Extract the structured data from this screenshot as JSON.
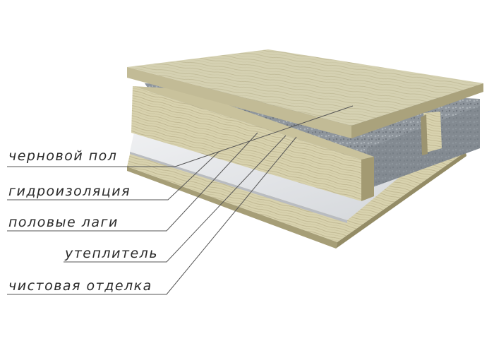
{
  "labels": [
    "черновой пол",
    "гидроизоляция",
    "половые лаги",
    "утеплитель",
    "чистовая отделка"
  ],
  "colors": {
    "board_light": "#d6d2b4",
    "board_mid": "#b7b08c",
    "board_dark": "#9e976f",
    "membrane": "#e3e5e8",
    "insulation": "#8c939a",
    "leader_line": "#555555",
    "text": "#2a2a2a"
  }
}
